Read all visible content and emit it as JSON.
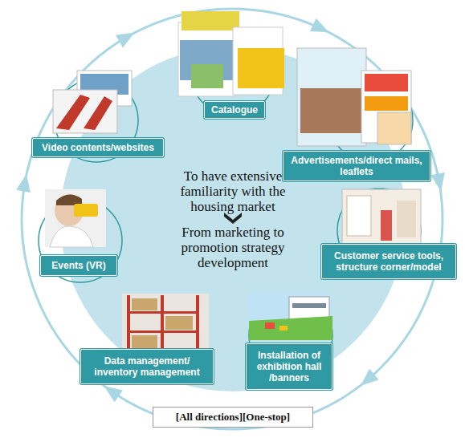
{
  "diagram": {
    "nodes": [
      {
        "text": [
          "To have extensive familiarity with the housing market",
          "From marketing to promotion strategy development"
        ]
      },
      {
        "text": [
          "Catalogue"
        ]
      },
      {
        "text": [
          "Video contents/websites"
        ]
      },
      {
        "text": [
          "Advertisements/direct mails, leaflets"
        ]
      },
      {
        "text": [
          "Customer service tools, structure corner/model"
        ]
      },
      {
        "text": [
          "Events (VR)"
        ]
      },
      {
        "text": [
          "Data management/ inventory management"
        ]
      },
      {
        "text": [
          "Installation of exhibition hall /banners"
        ]
      },
      {
        "text": [
          "[All directions][One-stop]"
        ]
      }
    ]
  }
}
